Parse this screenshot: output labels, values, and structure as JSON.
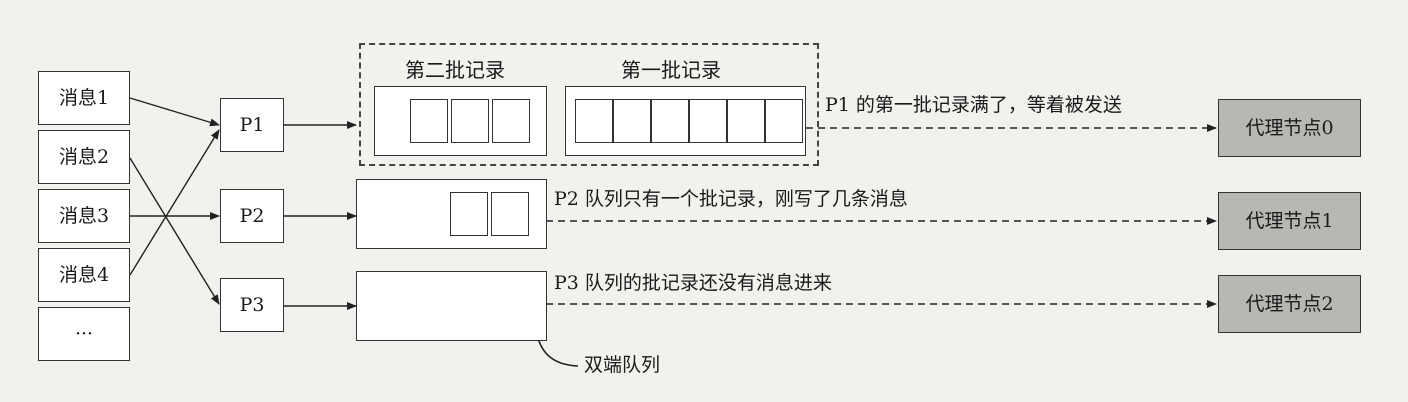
{
  "messages": [
    "消息1",
    "消息2",
    "消息3",
    "消息4",
    "···"
  ],
  "producers": [
    "P1",
    "P2",
    "P3"
  ],
  "batch_titles": {
    "second": "第二批记录",
    "first": "第一批记录"
  },
  "notes": {
    "p1": "P1 的第一批记录满了，等着被发送",
    "p2": "P2 队列只有一个批记录，刚写了几条消息",
    "p3": "P3 队列的批记录还没有消息进来"
  },
  "brokers": [
    "代理节点0",
    "代理节点1",
    "代理节点2"
  ],
  "deque_label": "双端队列",
  "colors": {
    "background": "#f3f1ee",
    "broker_fill": "#b9b7b4",
    "line": "#222222"
  }
}
